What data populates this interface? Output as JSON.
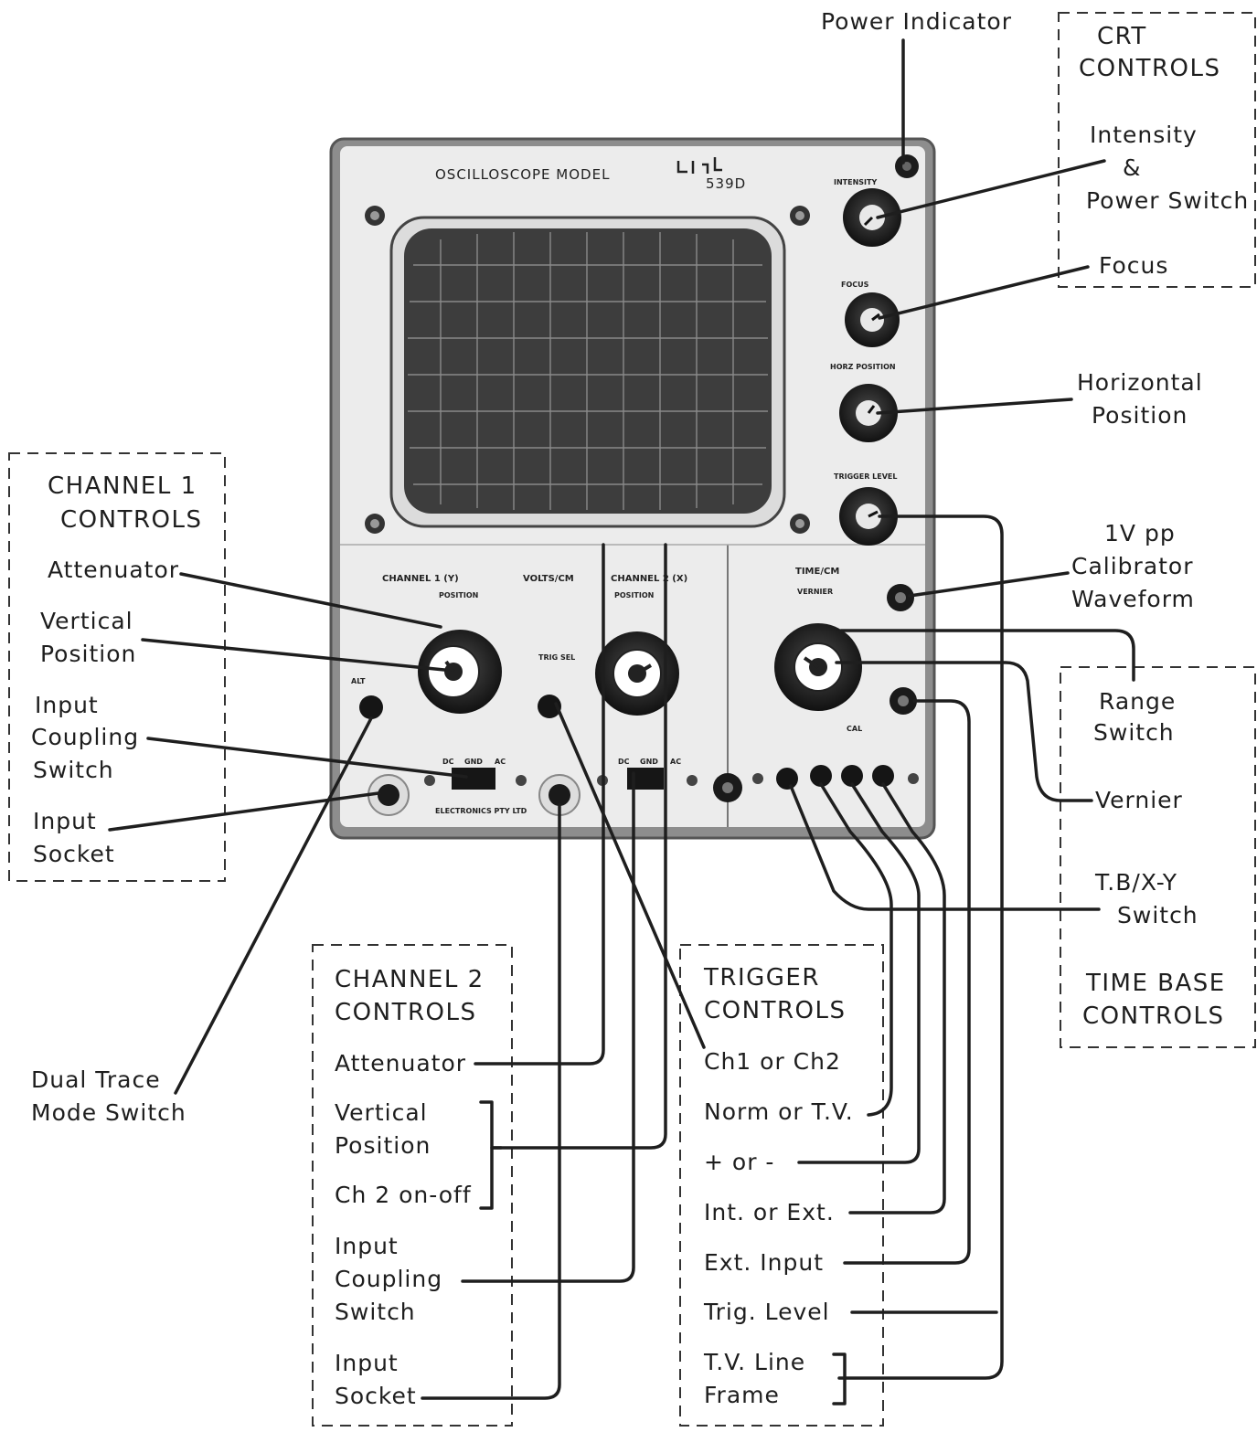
{
  "labels": {
    "power_indicator": "Power Indicator",
    "crt": {
      "title_1": "CRT",
      "title_2": "CONTROLS",
      "intensity_1": "Intensity",
      "intensity_2": "&",
      "intensity_3": "Power Switch",
      "focus": "Focus"
    },
    "horizontal_position_1": "Horizontal",
    "horizontal_position_2": "Position",
    "calibrator_1": "1V pp",
    "calibrator_2": "Calibrator",
    "calibrator_3": "Waveform",
    "ch1": {
      "title_1": "CHANNEL 1",
      "title_2": "CONTROLS",
      "attenuator": "Attenuator",
      "vertical_1": "Vertical",
      "vertical_2": "Position",
      "coupling_1": "Input",
      "coupling_2": "Coupling",
      "coupling_3": "Switch",
      "socket_1": "Input",
      "socket_2": "Socket"
    },
    "dual_trace_1": "Dual Trace",
    "dual_trace_2": "Mode Switch",
    "ch2": {
      "title_1": "CHANNEL 2",
      "title_2": "CONTROLS",
      "attenuator": "Attenuator",
      "vertical_1": "Vertical",
      "vertical_2": "Position",
      "onoff": "Ch 2 on-off",
      "coupling_1": "Input",
      "coupling_2": "Coupling",
      "coupling_3": "Switch",
      "socket_1": "Input",
      "socket_2": "Socket"
    },
    "trigger": {
      "title_1": "TRIGGER",
      "title_2": "CONTROLS",
      "ch1_or_ch2": "Ch1 or Ch2",
      "norm_tv": "Norm or T.V.",
      "plus_minus": "+ or -",
      "int_ext": "Int. or Ext.",
      "ext_input": "Ext. Input",
      "trig_level": "Trig. Level",
      "tv_line": "T.V. Line",
      "frame": "Frame"
    },
    "timebase": {
      "range_1": "Range",
      "range_2": "Switch",
      "vernier": "Vernier",
      "tbxy_1": "T.B/X-Y",
      "tbxy_2": "Switch",
      "title_1": "TIME BASE",
      "title_2": "CONTROLS"
    }
  },
  "panel": {
    "title": "OSCILLOSCOPE MODEL",
    "model": "539D",
    "intensity": "INTENSITY",
    "focus": "FOCUS",
    "horz_position": "HORZ POSITION",
    "trigger_level": "TRIGGER LEVEL",
    "channel1": "CHANNEL 1 (Y)",
    "volts_cm": "VOLTS/CM",
    "channel2": "CHANNEL 2 (X)",
    "position": "POSITION",
    "time_cm": "TIME/CM",
    "vernier": "VERNIER",
    "trig_sel": "TRIG SEL",
    "cal": "CAL",
    "alt": "ALT",
    "dc": "DC",
    "gnd": "GND",
    "ac": "AC",
    "maker": "ELECTRONICS PTY LTD"
  }
}
